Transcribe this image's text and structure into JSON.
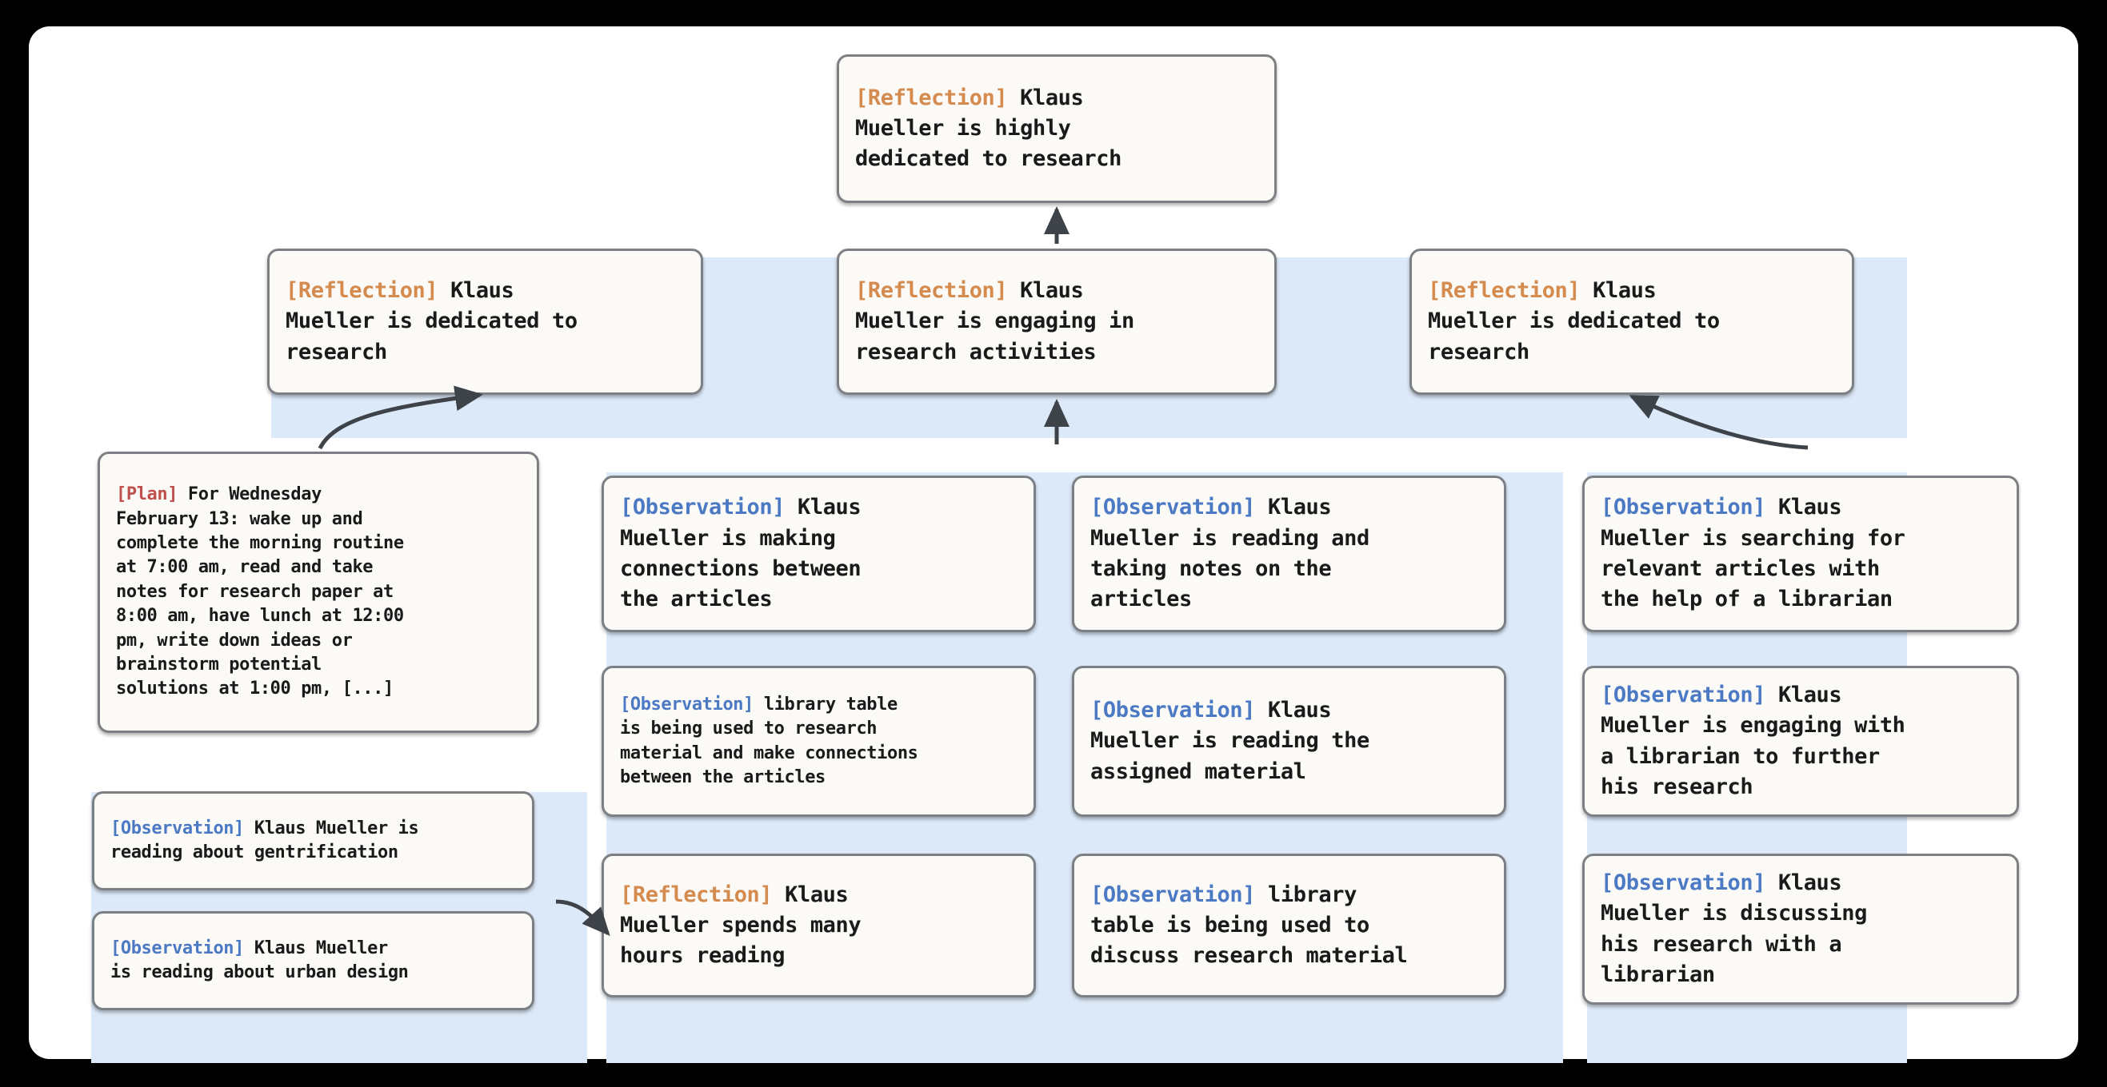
{
  "colors": {
    "page_background": "#000000",
    "card_background": "#ffffff",
    "panel_background": "#dce9f8",
    "node_background": "#fbfaf7",
    "node_border": "#7c8085",
    "tag_reflection": "#d58a4e",
    "tag_observation": "#4b79c4",
    "tag_plan": "#c0504d",
    "body_text": "#1a1a1a",
    "arrow": "#3d4348"
  },
  "tags": {
    "reflection": "[Reflection]",
    "observation": "[Observation]",
    "plan": "[Plan]"
  },
  "nodes": {
    "root": {
      "tag": "[Reflection]",
      "kind": "reflection",
      "text": " Klaus\nMueller is highly\ndedicated to research"
    },
    "reflection_left": {
      "tag": "[Reflection]",
      "kind": "reflection",
      "text": " Klaus\nMueller is dedicated to\nresearch"
    },
    "reflection_mid": {
      "tag": "[Reflection]",
      "kind": "reflection",
      "text": " Klaus\nMueller is engaging in\nresearch activities"
    },
    "reflection_right": {
      "tag": "[Reflection]",
      "kind": "reflection",
      "text": " Klaus\nMueller is dedicated to\nresearch"
    },
    "plan": {
      "tag": "[Plan]",
      "kind": "plan",
      "text": " For Wednesday\nFebruary 13: wake up and\ncomplete the morning routine\nat 7:00 am, read and take\nnotes for research paper at\n8:00 am, have lunch at 12:00\npm, write down ideas or\nbrainstorm potential\nsolutions at 1:00 pm, [...]"
    },
    "obs_left_1": {
      "tag": "[Observation]",
      "kind": "observation",
      "text": " Klaus Mueller is\nreading about gentrification"
    },
    "obs_left_2": {
      "tag": "[Observation]",
      "kind": "observation",
      "text": " Klaus Mueller\nis reading about urban design"
    },
    "mid_1": {
      "tag": "[Observation]",
      "kind": "observation",
      "text": " Klaus\nMueller is making\nconnections between\nthe articles"
    },
    "mid_2": {
      "tag": "[Observation]",
      "kind": "observation",
      "text": " library table\nis being used to research\nmaterial and make connections\nbetween the articles"
    },
    "mid_3": {
      "tag": "[Reflection]",
      "kind": "reflection",
      "text": " Klaus\nMueller spends many\nhours reading"
    },
    "mid_4": {
      "tag": "[Observation]",
      "kind": "observation",
      "text": " Klaus\nMueller is reading and\ntaking notes on the\narticles"
    },
    "mid_5": {
      "tag": "[Observation]",
      "kind": "observation",
      "text": " Klaus\nMueller is reading the\nassigned material"
    },
    "mid_6": {
      "tag": "[Observation]",
      "kind": "observation",
      "text": " library\ntable is being used to\ndiscuss research material"
    },
    "right_1": {
      "tag": "[Observation]",
      "kind": "observation",
      "text": " Klaus\nMueller is searching for\nrelevant articles with\nthe help of a librarian"
    },
    "right_2": {
      "tag": "[Observation]",
      "kind": "observation",
      "text": " Klaus\nMueller is engaging with\na librarian to further\nhis research"
    },
    "right_3": {
      "tag": "[Observation]",
      "kind": "observation",
      "text": " Klaus\nMueller is discussing\nhis research with a\nlibrarian"
    }
  }
}
